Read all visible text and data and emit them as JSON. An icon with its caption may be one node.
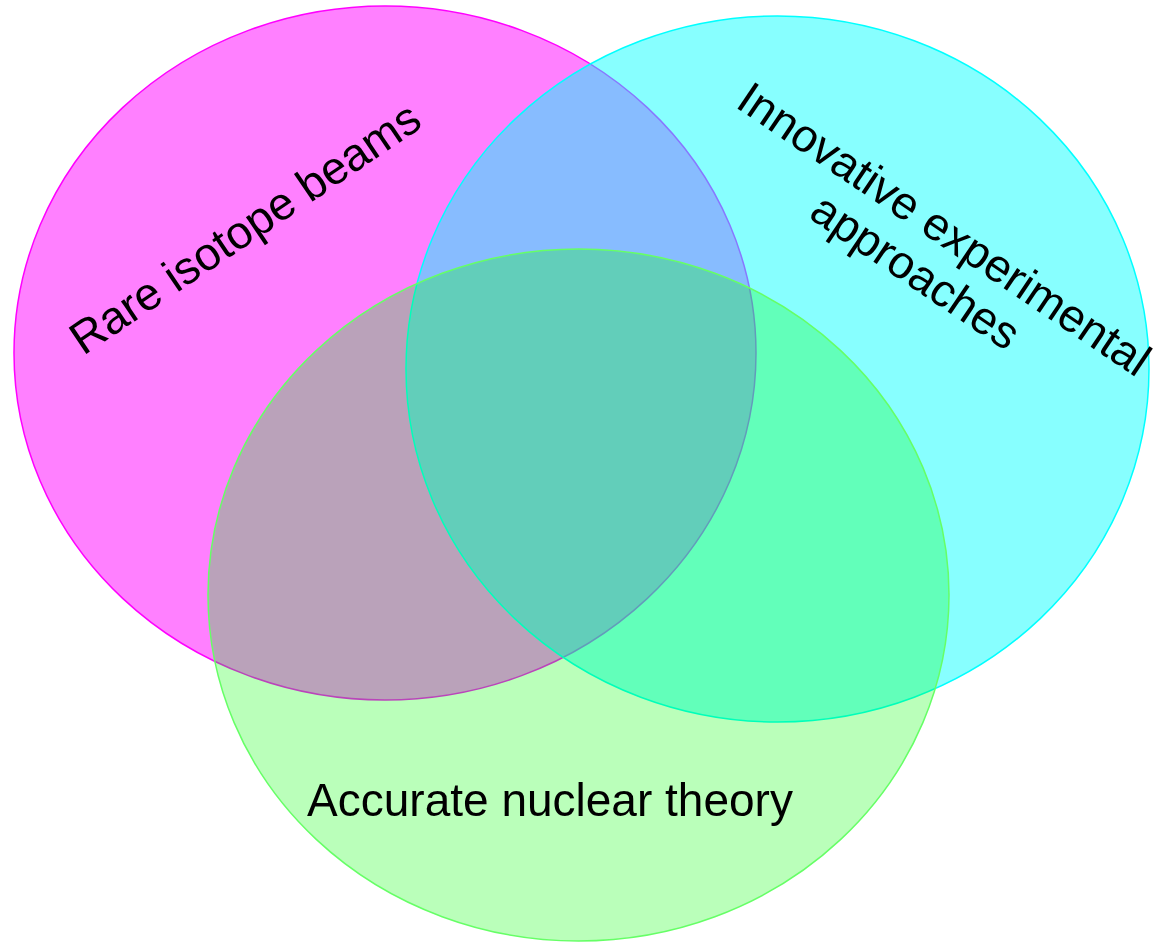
{
  "diagram": {
    "nodes": [
      {
        "text": [
          "Rare isotope beams"
        ]
      },
      {
        "text": [
          "Innovative experimental approaches"
        ]
      },
      {
        "text": [
          "Accurate nuclear theory"
        ]
      }
    ],
    "edges": []
  }
}
